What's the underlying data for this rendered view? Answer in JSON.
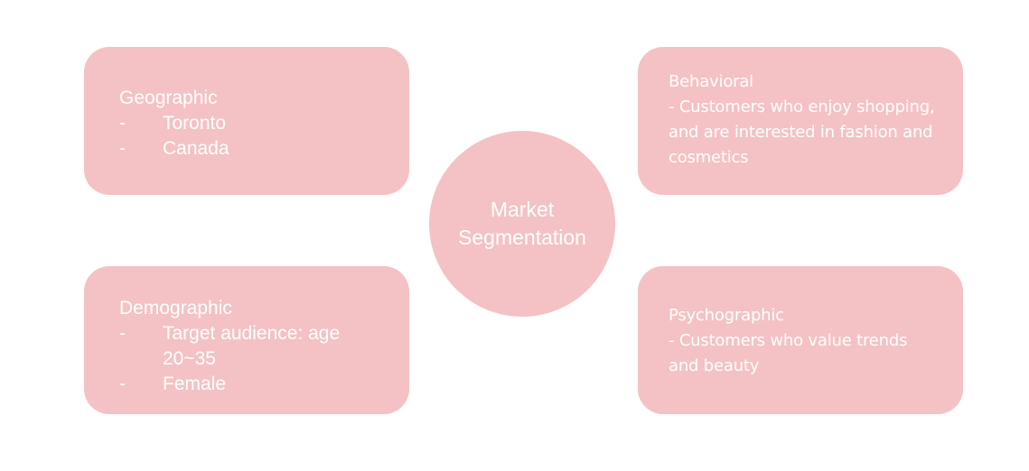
{
  "colors": {
    "shape_fill": "#f4c2c4",
    "text": "#ffffff",
    "background": "#ffffff"
  },
  "center": {
    "line1": "Market",
    "line2": "Segmentation"
  },
  "geographic": {
    "title": "Geographic",
    "items": [
      "Toronto",
      "Canada"
    ]
  },
  "demographic": {
    "title": "Demographic",
    "items": [
      "Target audience: age 20~35",
      "Female"
    ]
  },
  "behavioral": {
    "lines": [
      "Behavioral",
      "- Customers who enjoy shopping,",
      "and are interested in fashion and",
      "cosmetics"
    ]
  },
  "psychographic": {
    "lines": [
      "Psychographic",
      "- Customers who value trends",
      "and beauty"
    ]
  }
}
